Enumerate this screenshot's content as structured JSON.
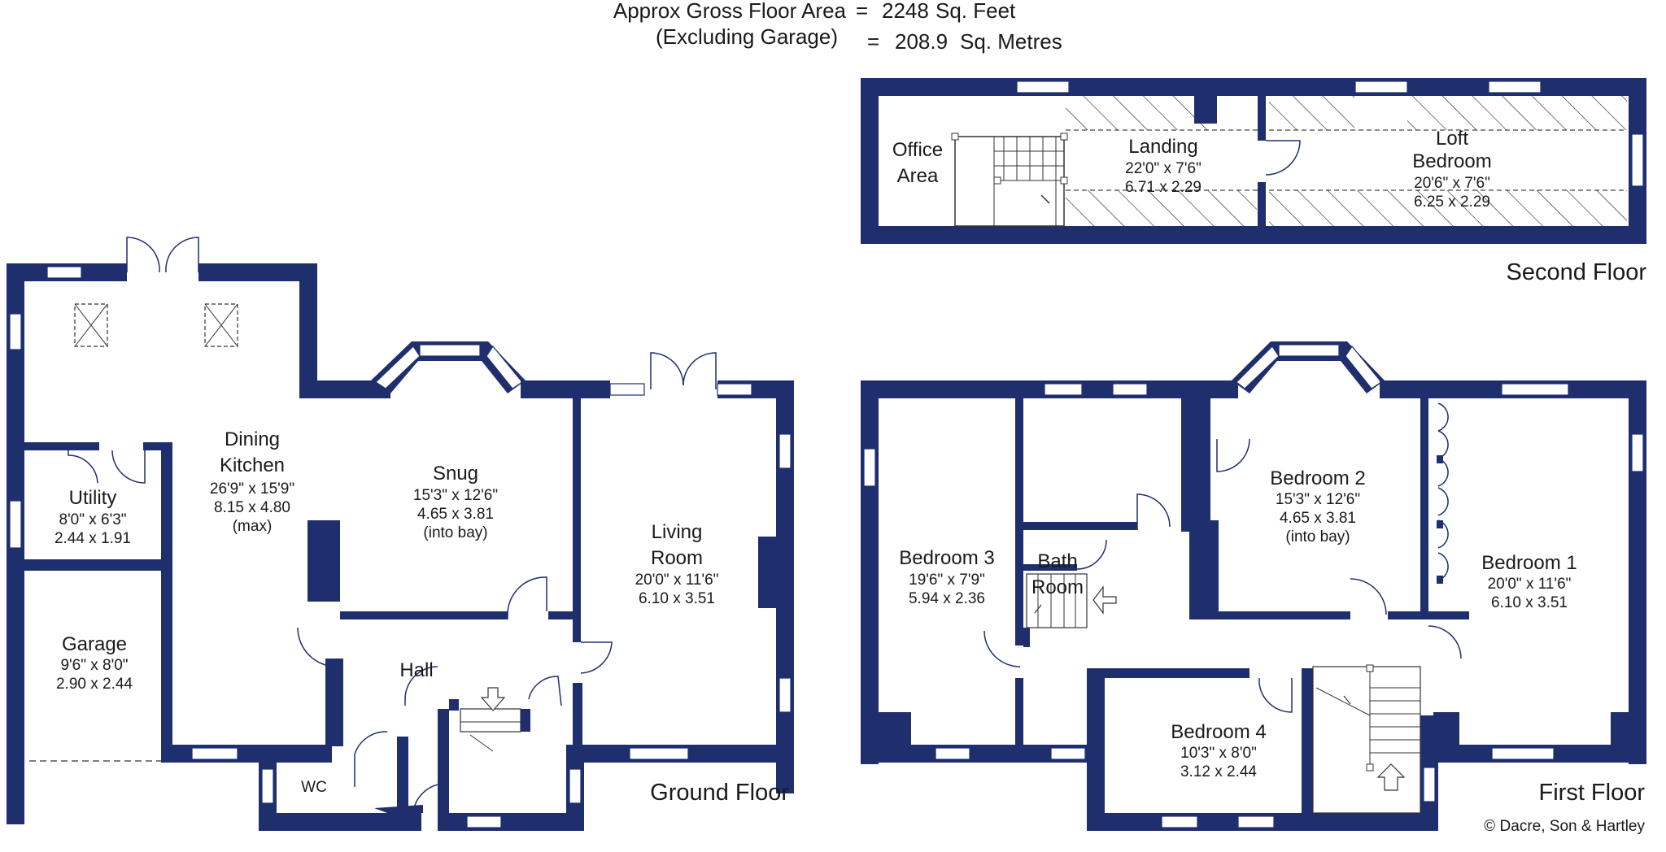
{
  "header": {
    "area_line1_label": "Approx Gross Floor Area",
    "area_line1_eq": "=",
    "area_line1_value": "2248",
    "area_line1_unit": "Sq. Feet",
    "area_line2_label": "(Excluding Garage)",
    "area_line2_eq": "=",
    "area_line2_value": "208.9",
    "area_line2_unit": "Sq. Metres"
  },
  "floors": {
    "ground": "Ground Floor",
    "first": "First Floor",
    "second": "Second Floor"
  },
  "rooms": {
    "office": {
      "name1": "Office",
      "name2": "Area"
    },
    "landing": {
      "name": "Landing",
      "imperial": "22'0\"  x  7'6\"",
      "metric": "6.71  x  2.29"
    },
    "loft": {
      "name1": "Loft",
      "name2": "Bedroom",
      "imperial": "20'6\"  x  7'6\"",
      "metric": "6.25  x  2.29"
    },
    "dining": {
      "name1": "Dining",
      "name2": "Kitchen",
      "imperial": "26'9\"  x  15'9\"",
      "metric": "8.15  x  4.80",
      "note": "(max)"
    },
    "utility": {
      "name": "Utility",
      "imperial": "8'0\"  x  6'3\"",
      "metric": "2.44  x  1.91"
    },
    "garage": {
      "name": "Garage",
      "imperial": "9'6\"  x  8'0\"",
      "metric": "2.90  x  2.44"
    },
    "snug": {
      "name": "Snug",
      "imperial": "15'3\"  x  12'6\"",
      "metric": "4.65  x  3.81",
      "note": "(into bay)"
    },
    "living": {
      "name1": "Living",
      "name2": "Room",
      "imperial": "20'0\"  x  11'6\"",
      "metric": "6.10  x  3.51"
    },
    "hall": {
      "name": "Hall"
    },
    "wc": {
      "name": "WC"
    },
    "bath": {
      "name1": "Bath",
      "name2": "Room"
    },
    "bedroom3": {
      "name": "Bedroom 3",
      "imperial": "19'6\"  x  7'9\"",
      "metric": "5.94  x  2.36"
    },
    "bedroom2": {
      "name": "Bedroom 2",
      "imperial": "15'3\"  x  12'6\"",
      "metric": "4.65  x  3.81",
      "note": "(into bay)"
    },
    "bedroom1": {
      "name": "Bedroom 1",
      "imperial": "20'0\"  x  11'6\"",
      "metric": "6.10  x  3.51"
    },
    "bedroom4": {
      "name": "Bedroom 4",
      "imperial": "10'3\"  x  8'0\"",
      "metric": "3.12  x  2.44"
    }
  },
  "copyright": "© Dacre, Son & Hartley",
  "colors": {
    "wall": "#1f2f6e",
    "background": "#ffffff",
    "text": "#1a1a1a"
  }
}
